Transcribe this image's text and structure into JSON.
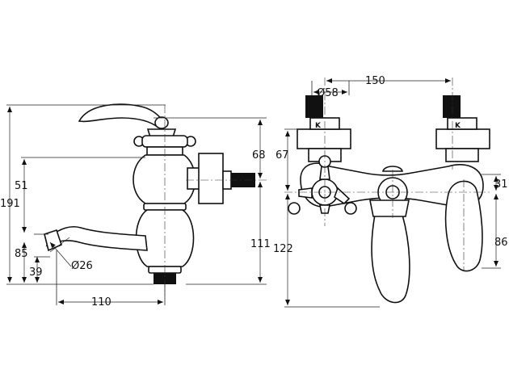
{
  "dimensions": {
    "overall_height": "191",
    "spout_height": "51",
    "spout_outlet_height": "85",
    "outlet_offset": "39",
    "outlet_diameter": "Ø26",
    "spout_reach": "110",
    "top_to_connector": "68",
    "connector_to_base": "111",
    "center_distance": "150",
    "flange_diameter": "Ø58",
    "top_to_axis": "67",
    "axis_to_bottom": "122",
    "handle_offset": "31",
    "handle_height": "86"
  },
  "marks": {
    "cold_left": "K",
    "cold_right": "K"
  }
}
